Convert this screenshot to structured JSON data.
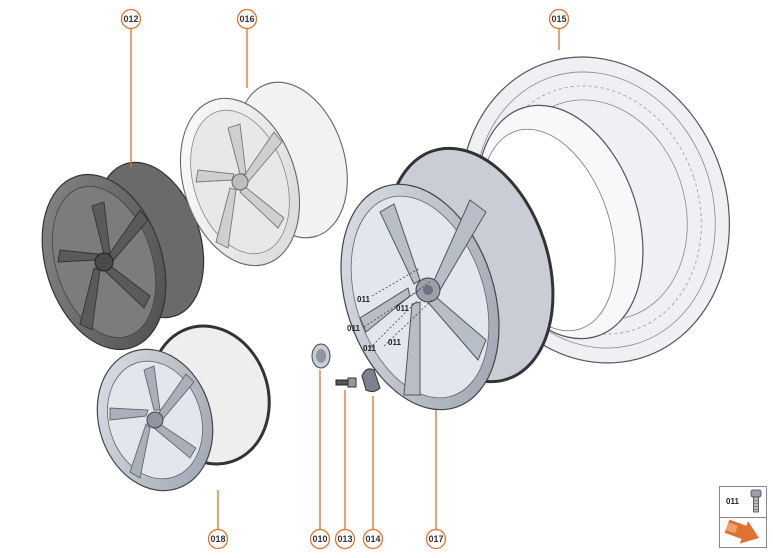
{
  "callouts": {
    "c012": "012",
    "c016": "016",
    "c015": "015",
    "c018": "018",
    "c010": "010",
    "c013": "013",
    "c014": "014",
    "c017": "017"
  },
  "bolt_labels": [
    "011",
    "011",
    "011",
    "011",
    "011"
  ],
  "legend": {
    "label": "011",
    "icon": "bolt-icon",
    "nav_icon": "next-page-arrow-icon"
  },
  "colors": {
    "accent": "#e0712f",
    "line": "#333333"
  }
}
